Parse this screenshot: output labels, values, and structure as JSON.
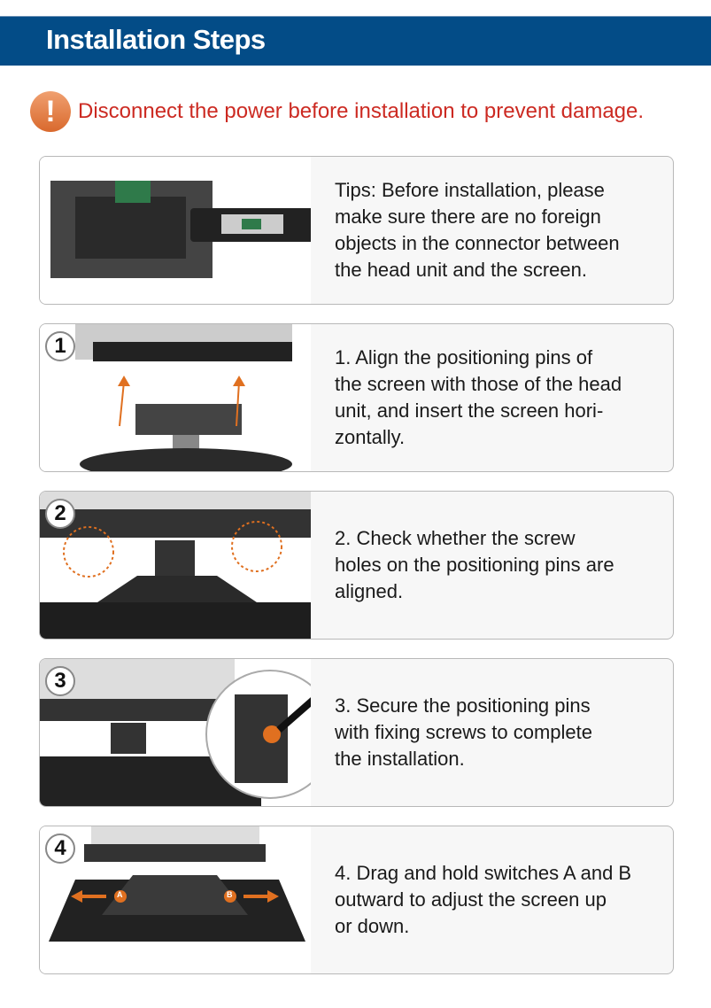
{
  "header": {
    "title": "Installation Steps"
  },
  "warning": {
    "icon": "exclamation-icon",
    "text": "Disconnect the power before installation to prevent damage.",
    "color": "#cc2a22"
  },
  "cards": [
    {
      "number": "",
      "lines": [
        "Tips: Before installation, please",
        "make sure there are no foreign",
        "objects in the connector between",
        "the head unit and the screen."
      ]
    },
    {
      "number": "1",
      "lines": [
        "1. Align the positioning pins of",
        "the screen with those of the head",
        "unit, and insert the screen hori-",
        "zontally."
      ]
    },
    {
      "number": "2",
      "lines": [
        "2. Check whether the screw",
        "holes on the positioning pins are",
        "aligned."
      ]
    },
    {
      "number": "3",
      "lines": [
        "3. Secure the positioning pins",
        "with fixing screws to complete",
        "the installation."
      ]
    },
    {
      "number": "4",
      "lines": [
        "4. Drag and hold switches A and B",
        "outward to adjust the screen up",
        "or down."
      ],
      "labels": [
        "A",
        "B"
      ]
    }
  ]
}
